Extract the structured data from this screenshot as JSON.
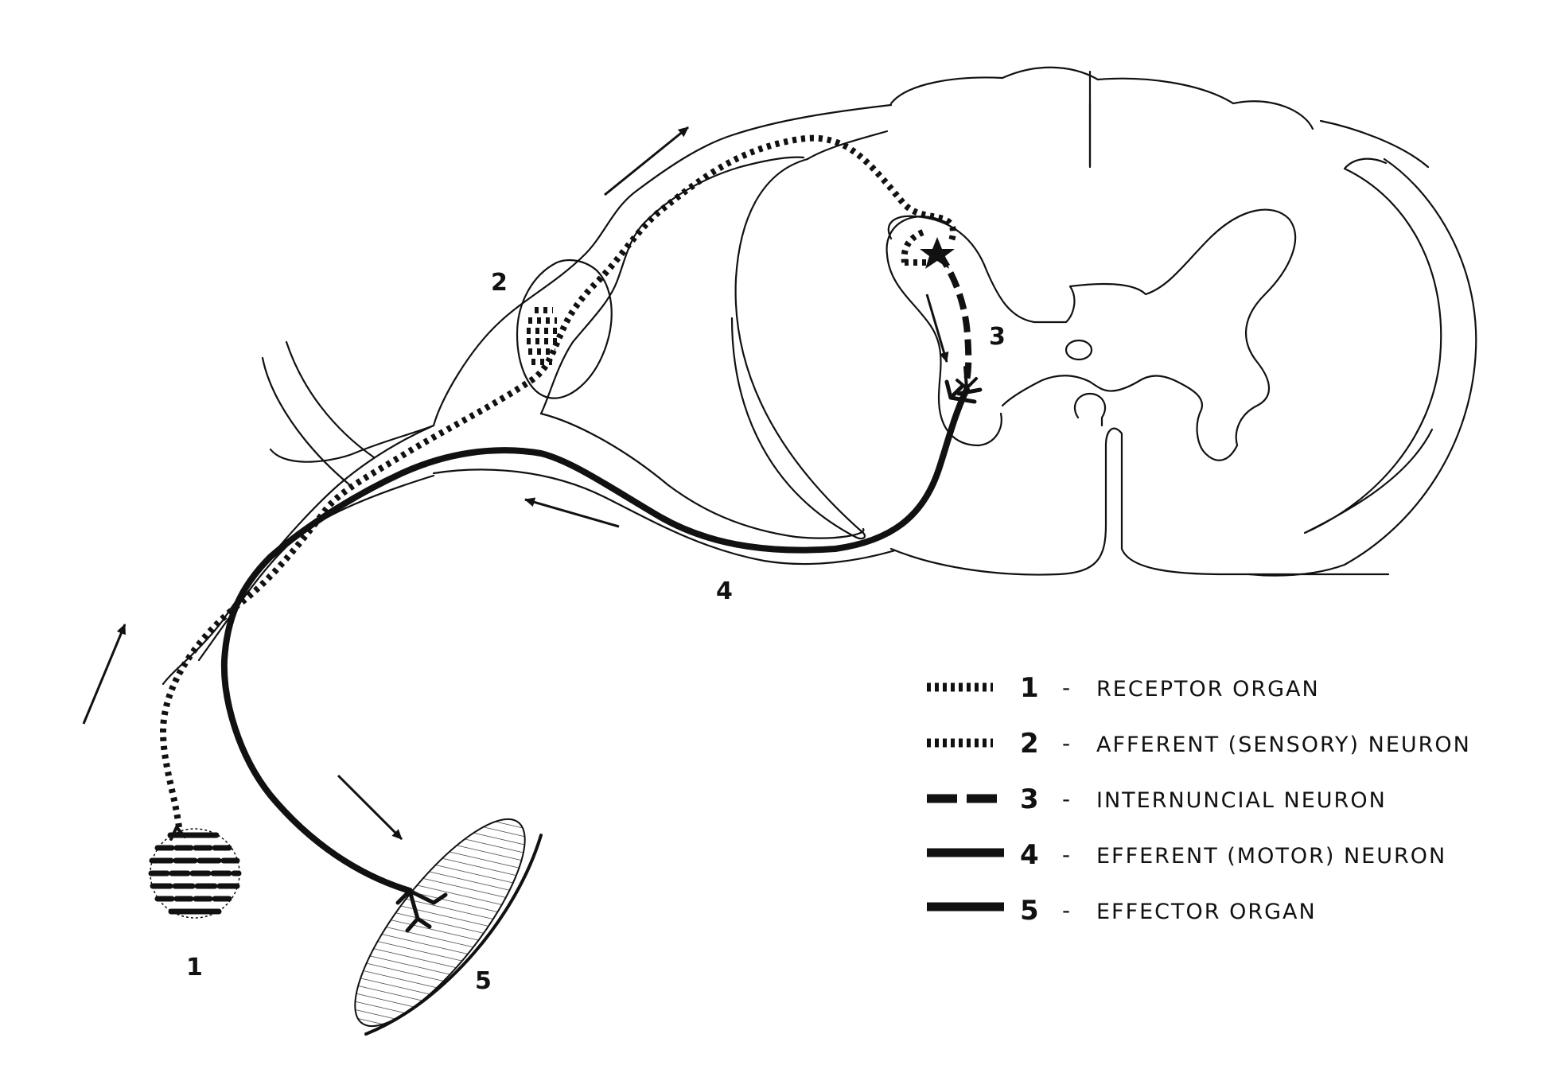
{
  "labels": {
    "receptor": "1",
    "ganglion": "2",
    "internuncial": "3",
    "efferent": "4",
    "effector": "5"
  },
  "legend": [
    {
      "num": "1",
      "dash": "-",
      "text": "RECEPTOR ORGAN",
      "style": "dotted"
    },
    {
      "num": "2",
      "dash": "-",
      "text": "AFFERENT (SENSORY) NEURON",
      "style": "dotted"
    },
    {
      "num": "3",
      "dash": "-",
      "text": "INTERNUNCIAL NEURON",
      "style": "dashed"
    },
    {
      "num": "4",
      "dash": "-",
      "text": "EFFERENT (MOTOR) NEURON",
      "style": "solid"
    },
    {
      "num": "5",
      "dash": "-",
      "text": "EFFECTOR ORGAN",
      "style": "solid"
    }
  ]
}
